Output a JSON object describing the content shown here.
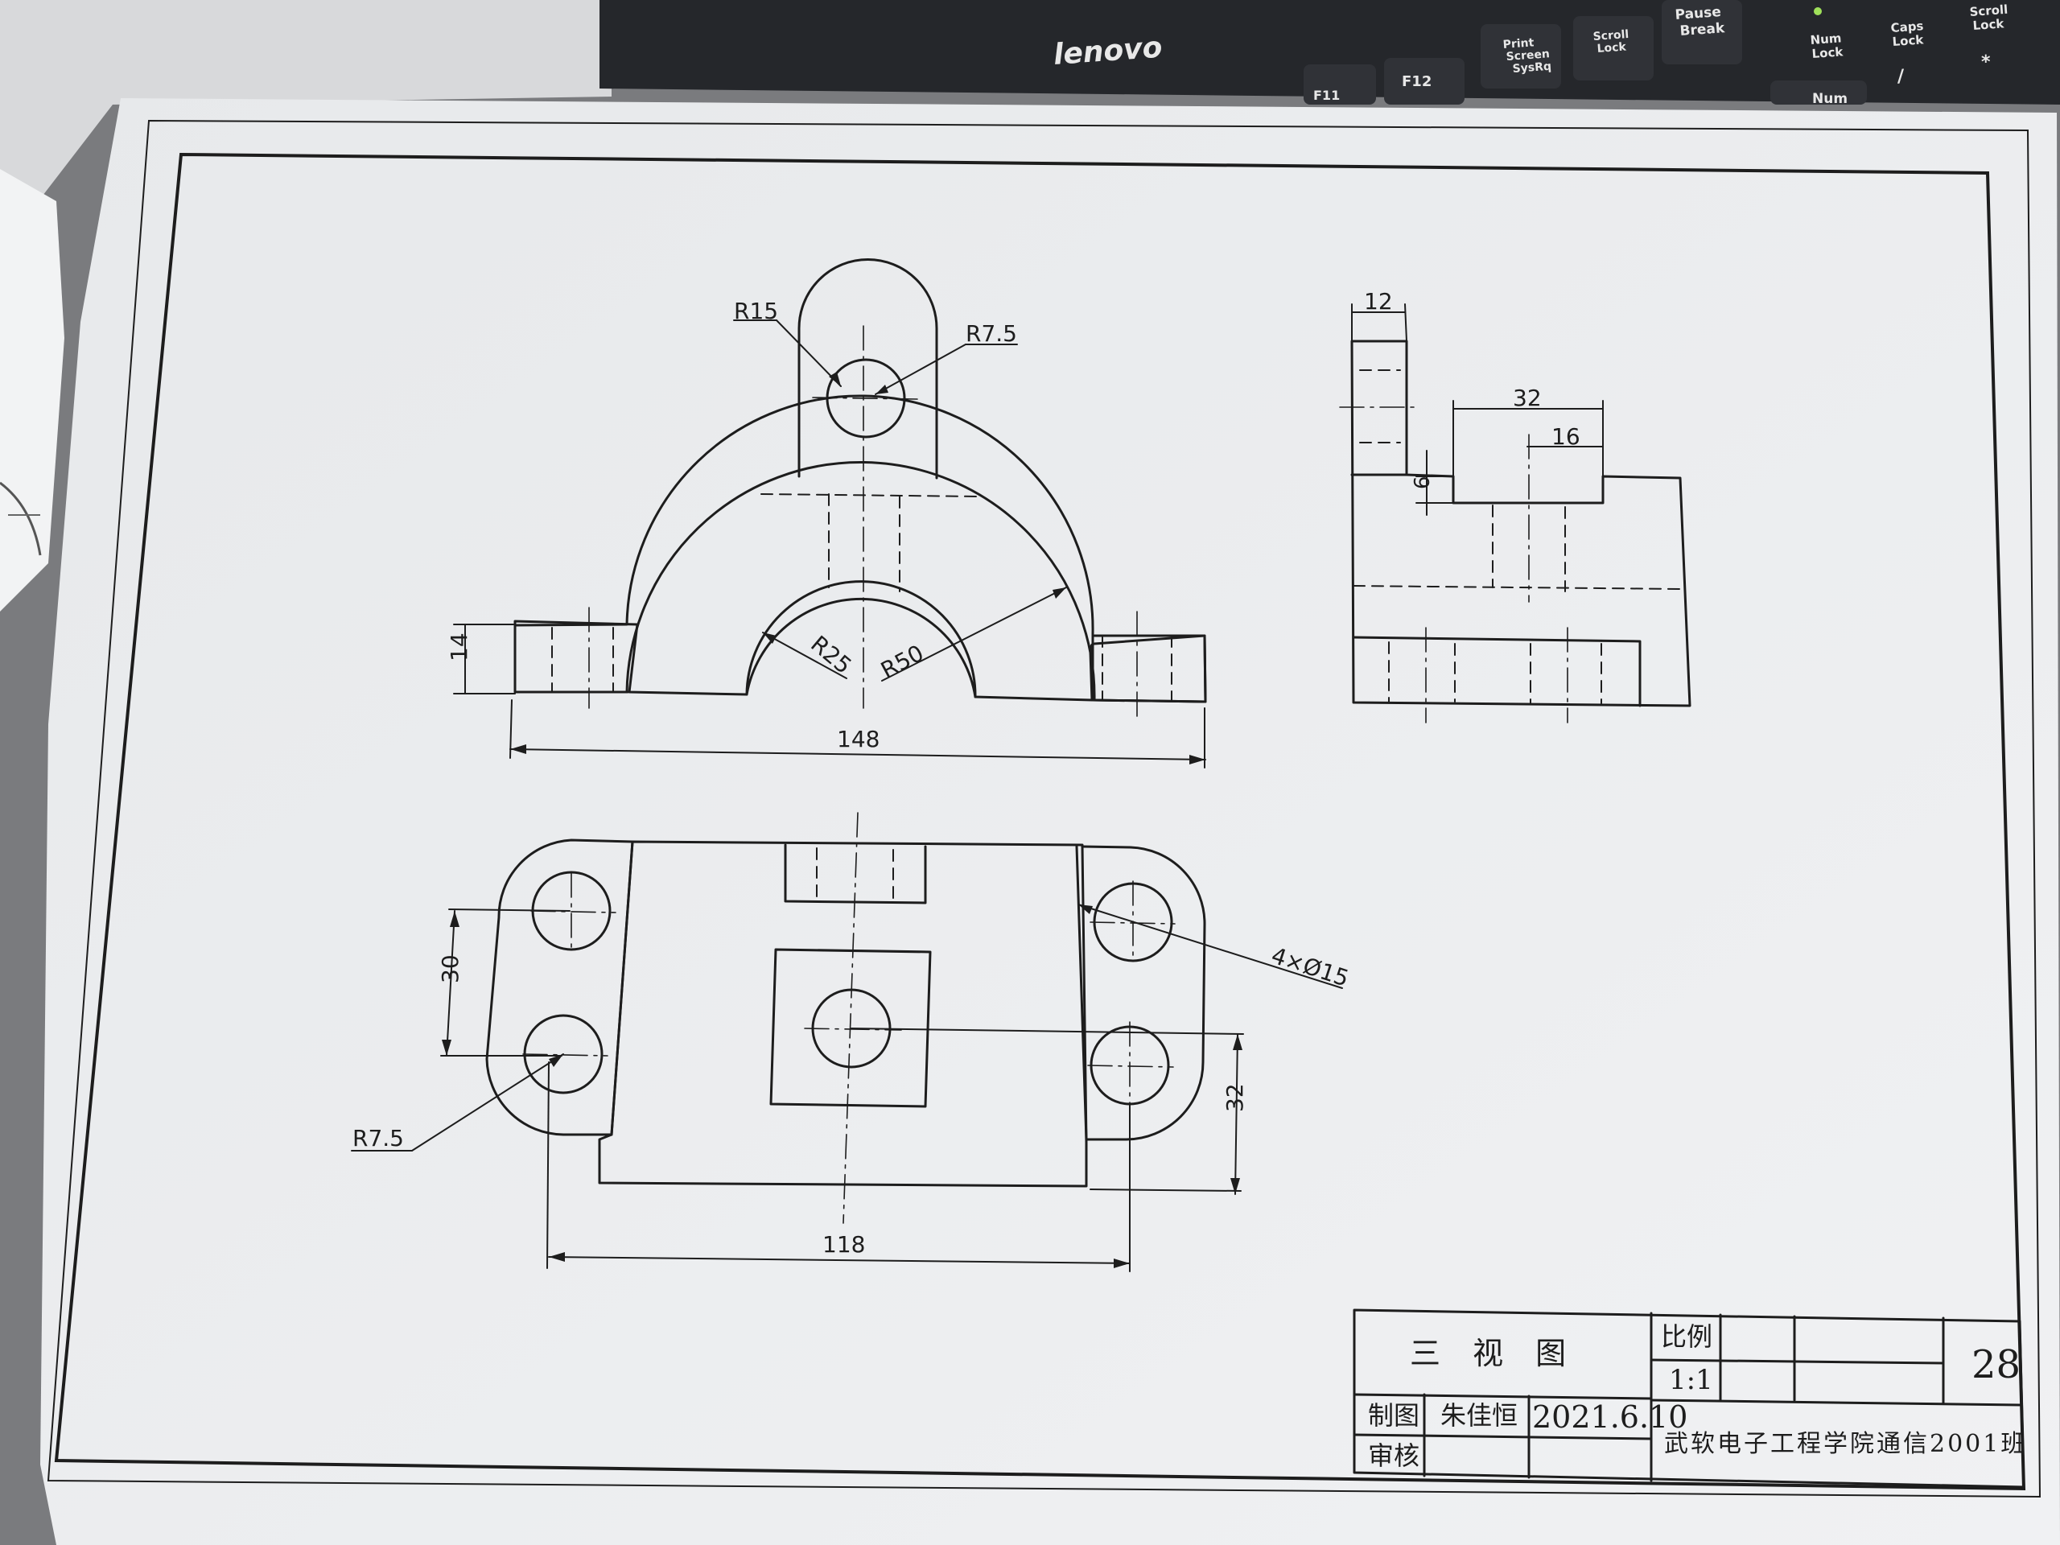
{
  "keyboard": {
    "brand": "lenovo",
    "keys": [
      {
        "id": "f11",
        "label": "F11"
      },
      {
        "id": "f12",
        "label": "F12"
      },
      {
        "id": "print",
        "label": "Print\nScreen\nSysRq"
      },
      {
        "id": "scroll",
        "label": "Scroll\nLock"
      },
      {
        "id": "pause",
        "label": "Pause\nBreak"
      },
      {
        "id": "num",
        "label": "Num"
      },
      {
        "id": "slash",
        "label": "/"
      },
      {
        "id": "star",
        "label": "*"
      }
    ],
    "indicators": [
      "Num\nLock",
      "Caps\nLock",
      "Scroll\nLock"
    ]
  },
  "front_view": {
    "dims": {
      "r15": "R15",
      "r7_5": "R7.5",
      "r25": "R25",
      "r50": "R50",
      "h14": "14",
      "w148": "148"
    }
  },
  "side_view": {
    "dims": {
      "w12": "12",
      "w32": "32",
      "w16": "16",
      "h6": "6"
    }
  },
  "top_view": {
    "dims": {
      "h30": "30",
      "r7_5": "R7.5",
      "holes": "4×Ø15",
      "h32": "32",
      "w118": "118"
    }
  },
  "title_block": {
    "title": "三 视 图",
    "scale_label": "比例",
    "scale_value": "1:1",
    "sheet_number": "28",
    "drawn_label": "制图",
    "drawn_by": "朱佳恒",
    "date": "2021.6.10",
    "checked_label": "审核",
    "school": "武软电子工程学院通信2001班"
  },
  "colors": {
    "paper": "#eceef0",
    "ink": "#1d1d1d",
    "keyboard": "#2c2e33",
    "led": "#9fe05a"
  }
}
